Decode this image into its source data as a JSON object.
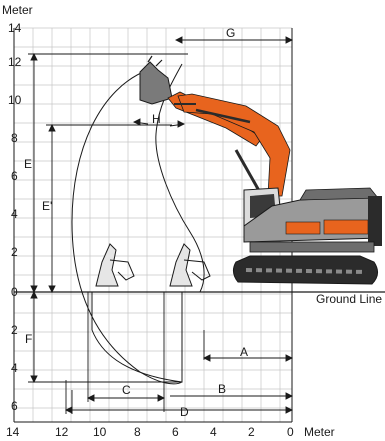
{
  "diagram": {
    "unit_label_vertical": "Meter",
    "unit_label_horizontal": "Meter",
    "ground_label": "Ground Line",
    "y_ticks": [
      "14",
      "12",
      "10",
      "8",
      "6",
      "4",
      "2",
      "0",
      "2",
      "4",
      "6"
    ],
    "x_ticks": [
      "14",
      "12",
      "10",
      "8",
      "6",
      "4",
      "2",
      "0"
    ],
    "dimension_labels": [
      "A",
      "B",
      "C",
      "D",
      "E",
      "E'",
      "F",
      "G",
      "H"
    ],
    "colors": {
      "grid": "#b5b5b5",
      "line": "#1a1a1a",
      "boom_orange": "#e8641e",
      "body_gray": "#8a8a8a",
      "dark": "#2b2b2b"
    }
  }
}
